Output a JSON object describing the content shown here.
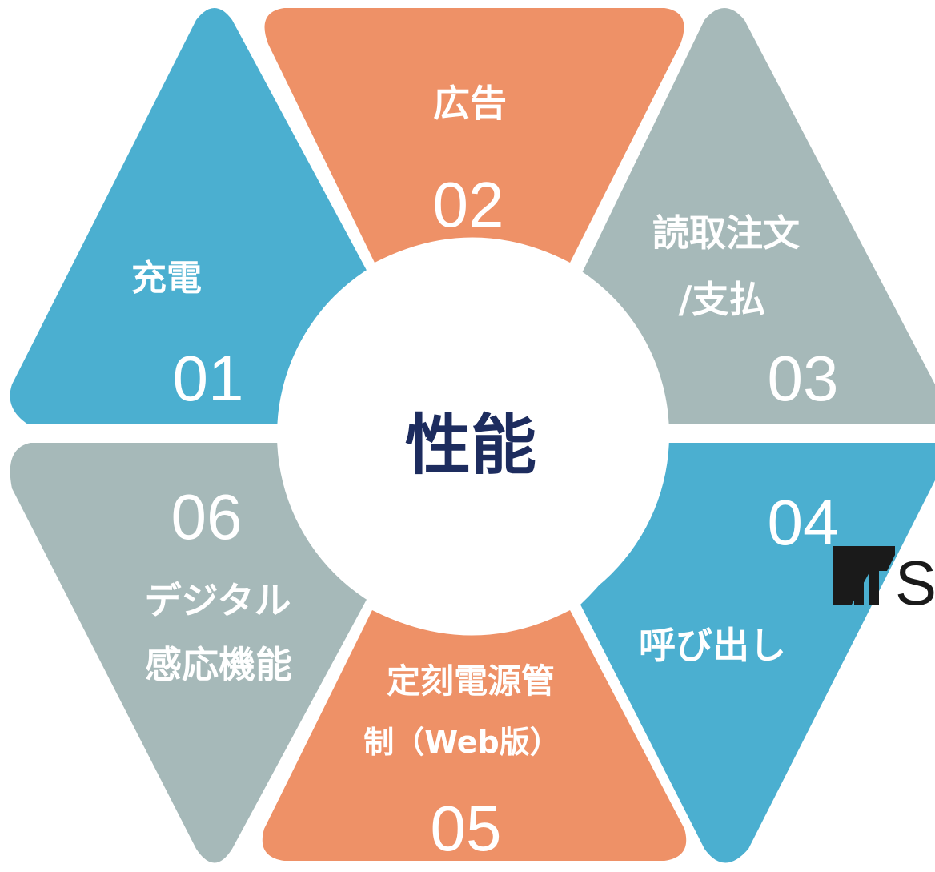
{
  "center": {
    "title": "性能"
  },
  "segments": [
    {
      "number": "01",
      "label_lines": [
        "充電"
      ],
      "color": "#4bafd0"
    },
    {
      "number": "02",
      "label_lines": [
        "広告"
      ],
      "color": "#ee9167"
    },
    {
      "number": "03",
      "label_lines": [
        "読取注文",
        "/支払"
      ],
      "color": "#a6b9b9"
    },
    {
      "number": "04",
      "label_lines": [
        "呼び出し"
      ],
      "color": "#4bafd0"
    },
    {
      "number": "05",
      "label_lines": [
        "定刻電源管",
        "制（Web版）"
      ],
      "color": "#ee9167"
    },
    {
      "number": "06",
      "label_lines": [
        "デジタル",
        "感応機能"
      ],
      "color": "#a6b9b9"
    }
  ],
  "logo": {
    "text": "SY"
  },
  "colors": {
    "center_text": "#1d2c5e",
    "center_fill": "#ffffff",
    "number_text": "#ffffff"
  }
}
